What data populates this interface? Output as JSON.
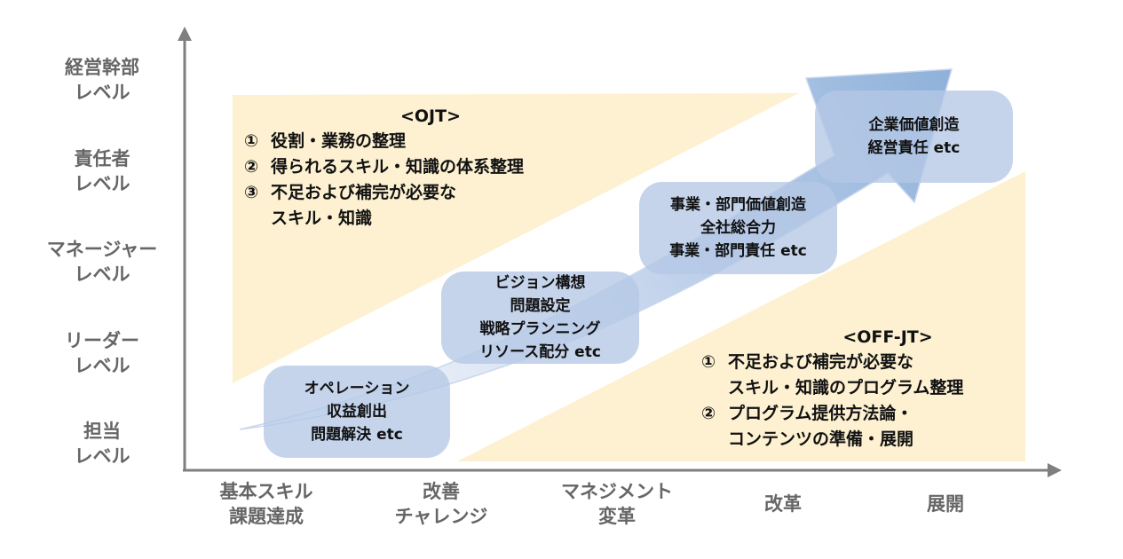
{
  "y_axis": {
    "levels": [
      {
        "line1": "経営幹部",
        "line2": "レベル"
      },
      {
        "line1": "責任者",
        "line2": "レベル"
      },
      {
        "line1": "マネージャー",
        "line2": "レベル"
      },
      {
        "line1": "リーダー",
        "line2": "レベル"
      },
      {
        "line1": "担当",
        "line2": "レベル"
      }
    ]
  },
  "x_axis": {
    "stages": [
      {
        "line1": "基本スキル",
        "line2": "課題達成"
      },
      {
        "line1": "改善",
        "line2": "チャレンジ"
      },
      {
        "line1": "マネジメント",
        "line2": "変革"
      },
      {
        "line1": "改革",
        "line2": ""
      },
      {
        "line1": "展開",
        "line2": ""
      }
    ]
  },
  "boxes": [
    {
      "lines": [
        "オペレーション",
        "収益創出",
        "問題解決 etc"
      ]
    },
    {
      "lines": [
        "ビジョン構想",
        "問題設定",
        "戦略プランニング",
        "リソース配分 etc"
      ]
    },
    {
      "lines": [
        "事業・部門価値創造",
        "全社総合力",
        "事業・部門責任 etc"
      ]
    },
    {
      "lines": [
        "企業価値創造",
        "経営責任 etc"
      ]
    }
  ],
  "ojt": {
    "title": "<OJT>",
    "items": [
      {
        "num": "①",
        "text": "役割・業務の整理"
      },
      {
        "num": "②",
        "text": "得られるスキル・知識の体系整理"
      },
      {
        "num": "③",
        "text": "不足および補完が必要な\nスキル・知識"
      }
    ]
  },
  "offjt": {
    "title": "<OFF-JT>",
    "items": [
      {
        "num": "①",
        "text": "不足および補完が必要な\nスキル・知識のプログラム整理"
      },
      {
        "num": "②",
        "text": "プログラム提供方法論・\nコンテンツの準備・展開"
      }
    ]
  },
  "colors": {
    "axis": "#7f7f7f",
    "triangle_fill": "#fdf1d2",
    "box_fill": "#b5c8e6",
    "arrow_light": "#ffffff",
    "arrow_dark": "#8fb1da"
  }
}
